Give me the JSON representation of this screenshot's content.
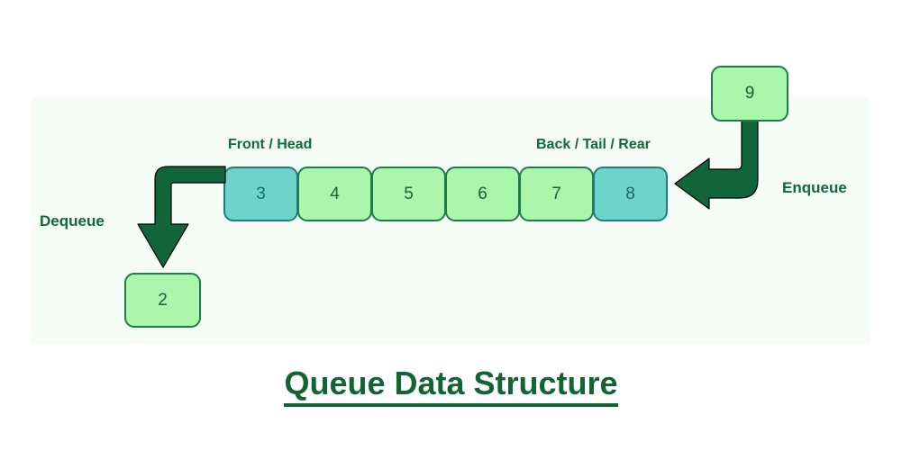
{
  "diagram": {
    "title": "Queue Data Structure",
    "backdrop_color": "#f5fdf6",
    "accent_color": "#126434",
    "cell_fill": "#aaf7ab",
    "cell_end_fill": "#6fd3cb",
    "arrow_color": "#10653a",
    "queue": {
      "cells": [
        {
          "value": "3",
          "highlight": true
        },
        {
          "value": "4",
          "highlight": false
        },
        {
          "value": "5",
          "highlight": false
        },
        {
          "value": "6",
          "highlight": false
        },
        {
          "value": "7",
          "highlight": false
        },
        {
          "value": "8",
          "highlight": true
        }
      ],
      "front_label": "Front / Head",
      "back_label": "Back / Tail / Rear"
    },
    "operations": {
      "dequeue": {
        "label": "Dequeue",
        "value": "2"
      },
      "enqueue": {
        "label": "Enqueue",
        "value": "9"
      }
    }
  }
}
